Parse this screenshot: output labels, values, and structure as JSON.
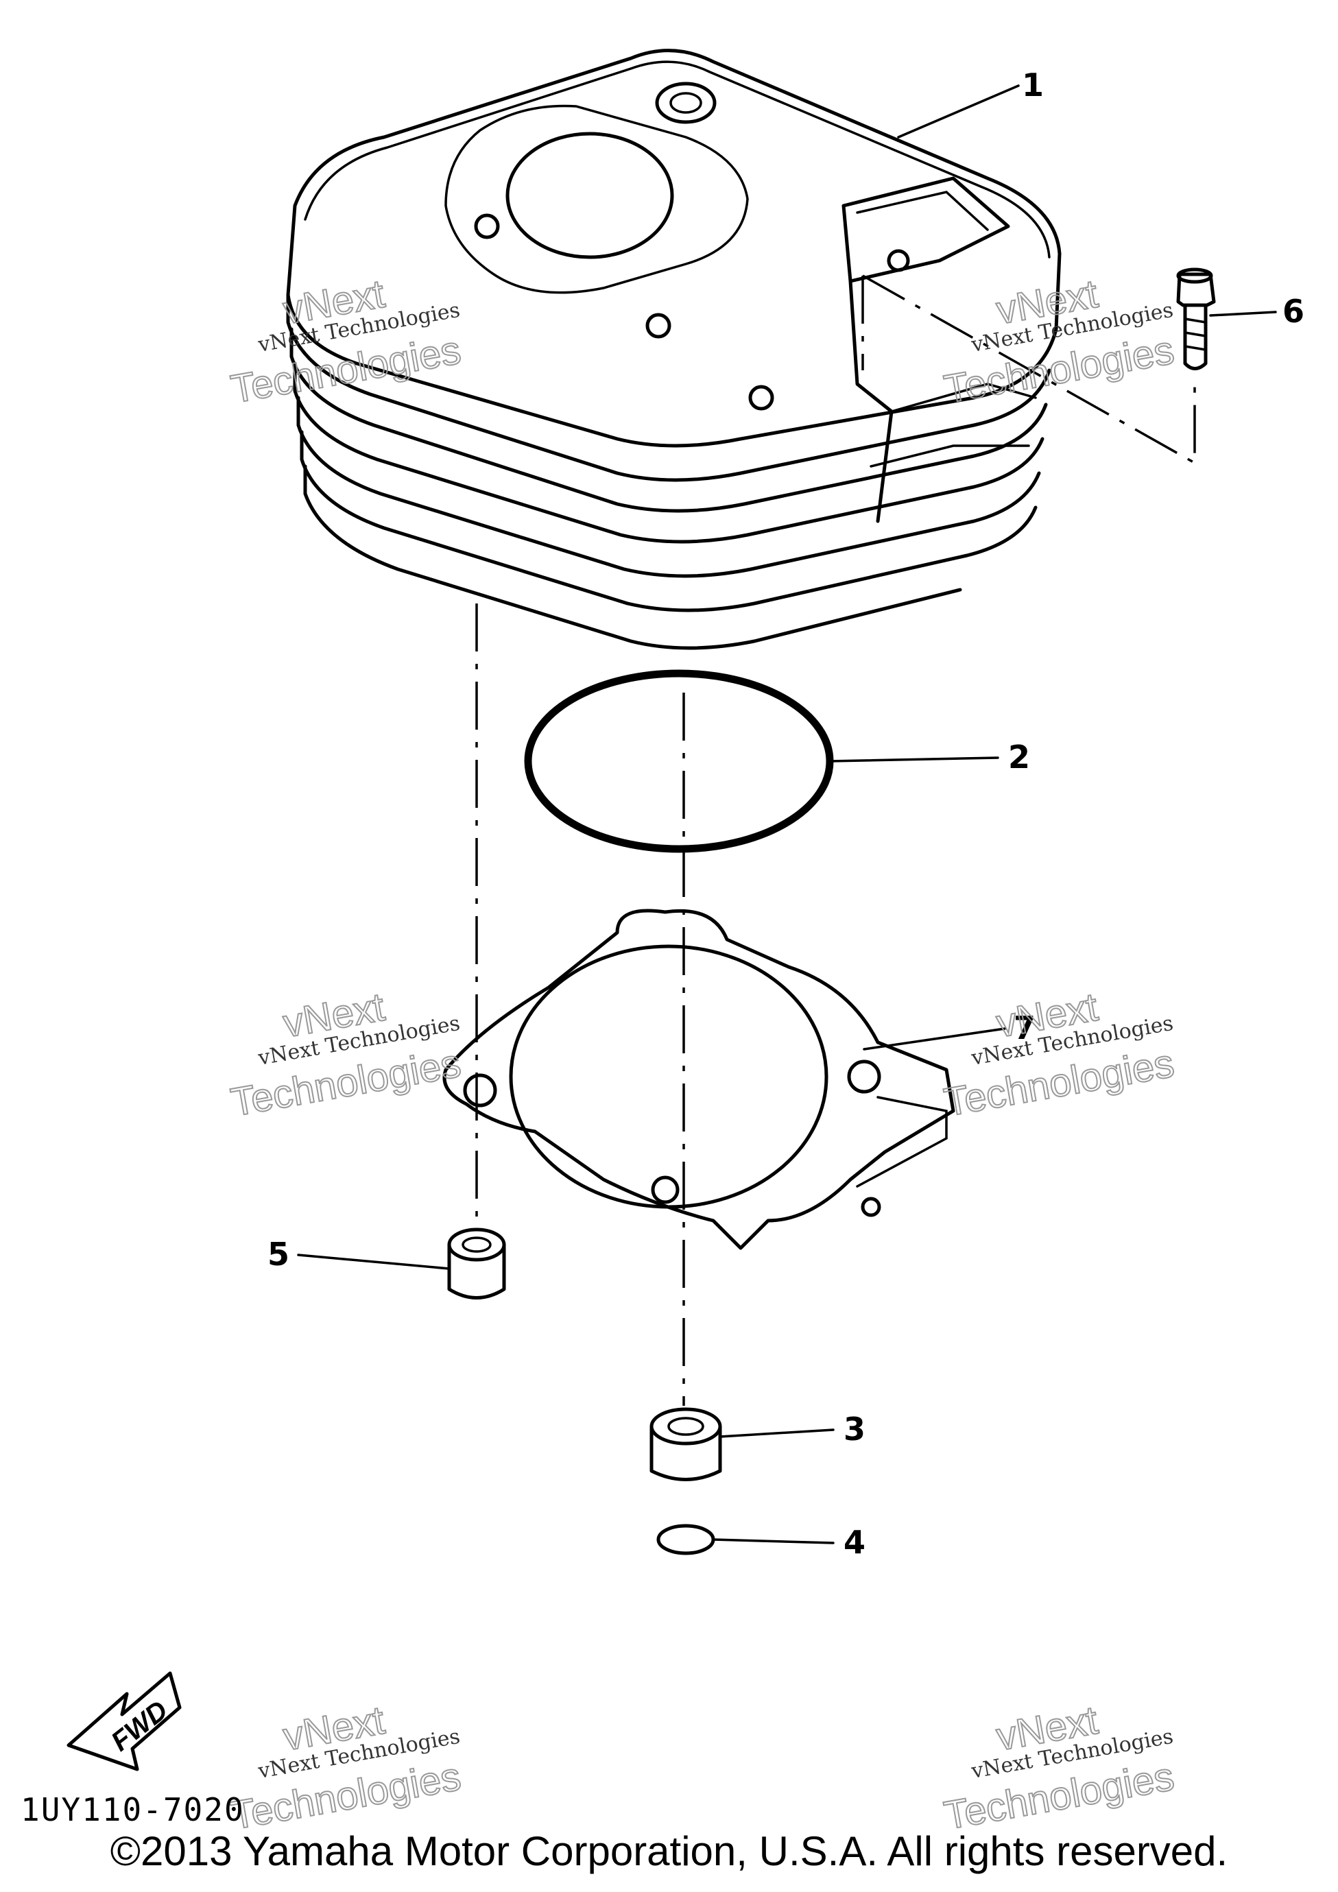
{
  "callouts": {
    "c1": "1",
    "c2": "2",
    "c3": "3",
    "c4": "4",
    "c5": "5",
    "c6": "6",
    "c7": "7"
  },
  "watermark": {
    "line": "vNext Technologies",
    "top": "vNext",
    "bottom": "Technologies"
  },
  "fwd_label": "FWD",
  "diagram_code": "1UY110-7020",
  "copyright": "©2013 Yamaha Motor Corporation, U.S.A. All rights reserved."
}
